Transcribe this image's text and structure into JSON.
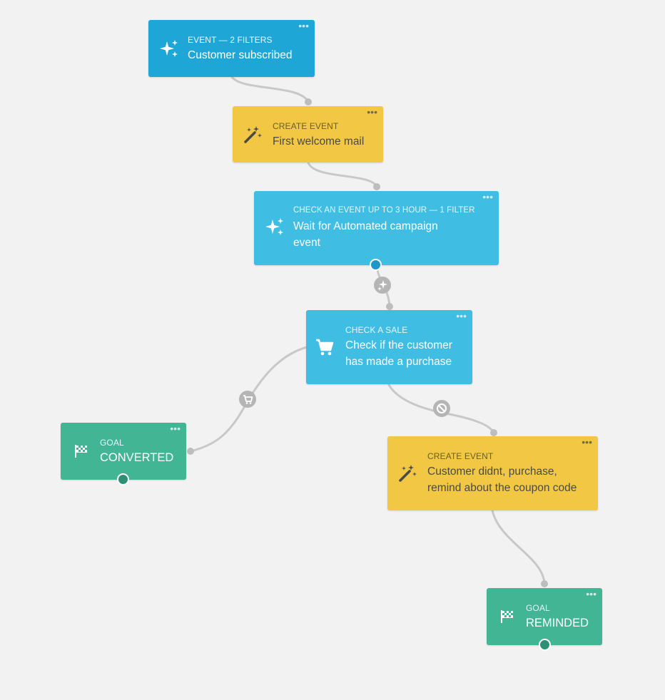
{
  "nodes": {
    "trigger": {
      "label": "EVENT — 2 FILTERS",
      "title": "Customer subscribed",
      "icon": "sparkles-icon"
    },
    "welcome": {
      "label": "CREATE EVENT",
      "title": "First welcome mail",
      "icon": "magic-wand-icon"
    },
    "wait": {
      "label": "CHECK AN EVENT UP TO 3 HOUR — 1 FILTER",
      "title": "Wait for Automated campaign event",
      "icon": "sparkles-icon"
    },
    "sale": {
      "label": "CHECK A SALE",
      "title": "Check if the customer has made a purchase",
      "icon": "cart-icon"
    },
    "converted": {
      "label": "GOAL",
      "title": "CONVERTED",
      "icon": "checkered-flag-icon"
    },
    "remind": {
      "label": "CREATE EVENT",
      "title": "Customer didnt, purchase, remind about the coupon code",
      "icon": "magic-wand-icon"
    },
    "reminded": {
      "label": "GOAL",
      "title": "REMINDED",
      "icon": "checkered-flag-icon"
    }
  },
  "menu_glyph": "•••",
  "branch_badges": {
    "event_triggered": "sparkles-icon",
    "purchased": "cart-icon",
    "not_purchased": "ban-icon"
  },
  "colors": {
    "event": "#1ea6d6",
    "check": "#3fbde3",
    "create": "#f2c744",
    "goal": "#42b595",
    "connector": "#c8c8c8",
    "background": "#f2f2f2"
  }
}
